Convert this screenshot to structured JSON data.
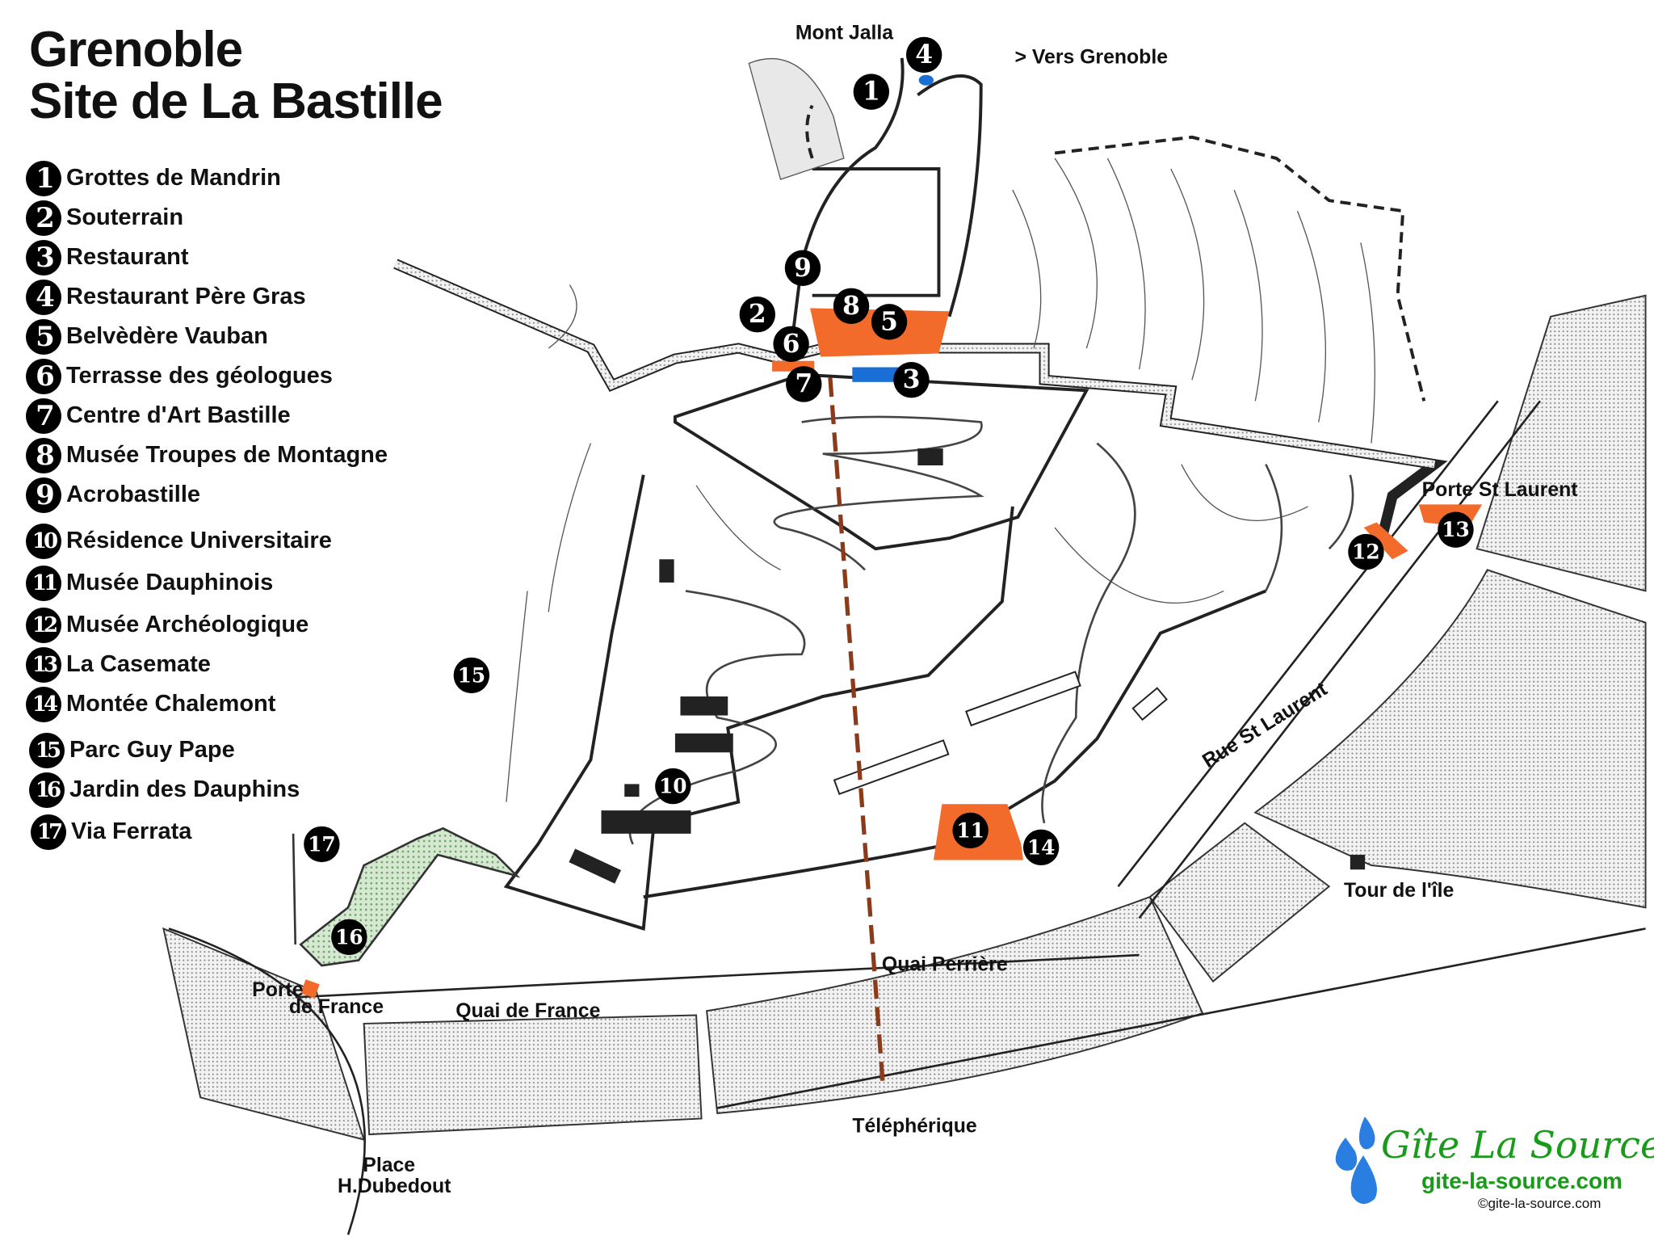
{
  "title": {
    "line1": "Grenoble",
    "line2": "Site de La Bastille"
  },
  "legend": [
    {
      "num": "1",
      "label": "Grottes de Mandrin"
    },
    {
      "num": "2",
      "label": "Souterrain"
    },
    {
      "num": "3",
      "label": "Restaurant"
    },
    {
      "num": "4",
      "label": "Restaurant Père Gras"
    },
    {
      "num": "5",
      "label": "Belvèdère Vauban"
    },
    {
      "num": "6",
      "label": "Terrasse des géologues"
    },
    {
      "num": "7",
      "label": "Centre d'Art Bastille"
    },
    {
      "num": "8",
      "label": "Musée Troupes de Montagne"
    },
    {
      "num": "9",
      "label": "Acrobastille"
    },
    {
      "num": "10",
      "label": "Résidence Universitaire"
    },
    {
      "num": "11",
      "label": "Musée Dauphinois"
    },
    {
      "num": "12",
      "label": "Musée Archéologique"
    },
    {
      "num": "13",
      "label": "La Casemate"
    },
    {
      "num": "14",
      "label": "Montée Chalemont"
    },
    {
      "num": "15",
      "label": "Parc Guy Pape"
    },
    {
      "num": "16",
      "label": "Jardin des Dauphins"
    },
    {
      "num": "17",
      "label": "Via Ferrata"
    }
  ],
  "map_labels": {
    "mont_jalla": "Mont Jalla",
    "vers_grenoble": "> Vers Grenoble",
    "porte_st_laurent": "Porte St Laurent",
    "rue_st_laurent": "Rue St Laurent",
    "tour_de_lile": "Tour de l'île",
    "quai_perriere": "Quai Perrière",
    "quai_de_france": "Quai de France",
    "porte_de_france_1": "Porte",
    "porte_de_france_2": "de France",
    "telepherique": "Téléphérique",
    "place_1": "Place",
    "place_2": "H.Dubedout"
  },
  "logo": {
    "brand": "Gîte La Source",
    "url": "gite-la-source.com",
    "copyright": "©gite-la-source.com"
  },
  "colors": {
    "building": "#f26b2a",
    "restaurant": "#1a6fd6",
    "garden": "#8fbf8a",
    "river": "#d4d4d4",
    "cable": "#8b3a1a"
  }
}
